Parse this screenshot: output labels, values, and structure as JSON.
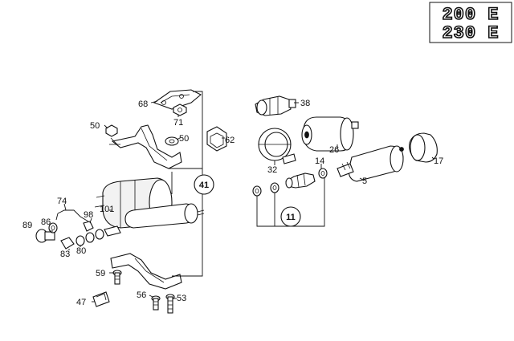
{
  "models": [
    "200 E",
    "230 E"
  ],
  "callouts": {
    "c68": "68",
    "c71": "71",
    "c50a": "50",
    "c50b": "50",
    "c62": "62",
    "c41": "41",
    "c74": "74",
    "c101": "101",
    "c98": "98",
    "c89": "89",
    "c86": "86",
    "c83": "83",
    "c80": "80",
    "c59": "59",
    "c47": "47",
    "c56": "56",
    "c53": "53",
    "c38": "38",
    "c26": "26",
    "c32": "32",
    "c14": "14",
    "c5": "5",
    "c17": "17",
    "c11": "11"
  }
}
